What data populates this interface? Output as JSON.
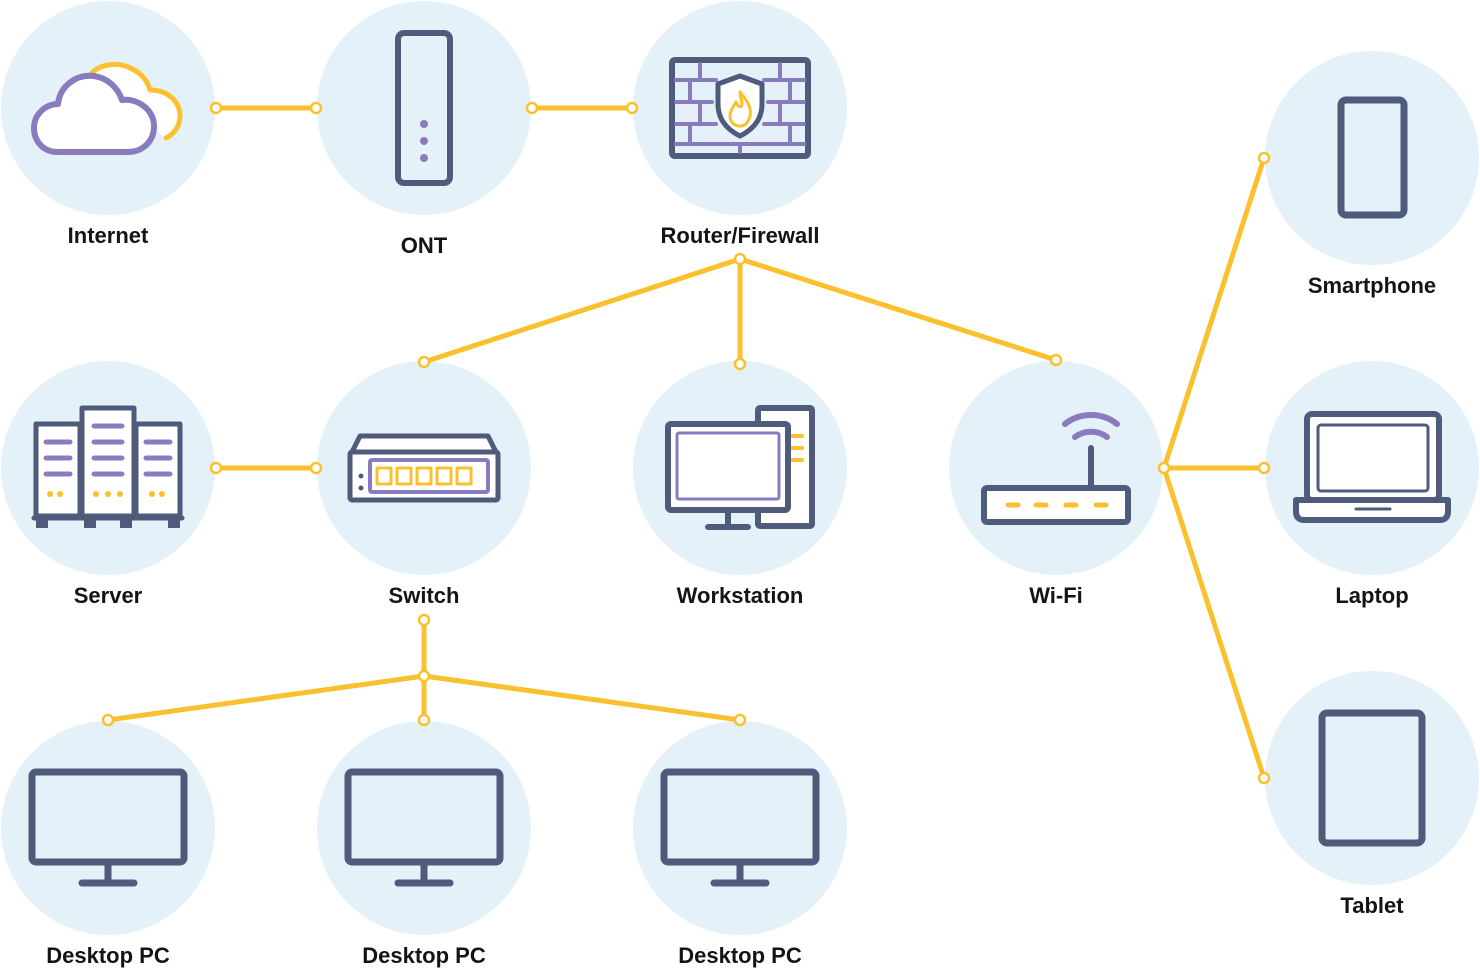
{
  "colors": {
    "node_fill": "#e4f1f8",
    "link": "#fbc02d",
    "icon_stroke": "#4f5b7b",
    "accent_purple": "#8a7bbf",
    "accent_yellow": "#fbc02d",
    "label": "#141414"
  },
  "nodes": {
    "internet": {
      "label": "Internet",
      "icon": "cloud-icon"
    },
    "ont": {
      "label": "ONT",
      "icon": "ont-device-icon"
    },
    "router": {
      "label": "Router/Firewall",
      "icon": "firewall-icon"
    },
    "smartphone": {
      "label": "Smartphone",
      "icon": "smartphone-icon"
    },
    "server": {
      "label": "Server",
      "icon": "server-rack-icon"
    },
    "switch": {
      "label": "Switch",
      "icon": "network-switch-icon"
    },
    "workstation": {
      "label": "Workstation",
      "icon": "workstation-icon"
    },
    "wifi": {
      "label": "Wi-Fi",
      "icon": "wifi-router-icon"
    },
    "laptop": {
      "label": "Laptop",
      "icon": "laptop-icon"
    },
    "tablet": {
      "label": "Tablet",
      "icon": "tablet-icon"
    },
    "desktop1": {
      "label": "Desktop PC",
      "icon": "desktop-monitor-icon"
    },
    "desktop2": {
      "label": "Desktop PC",
      "icon": "desktop-monitor-icon"
    },
    "desktop3": {
      "label": "Desktop PC",
      "icon": "desktop-monitor-icon"
    }
  },
  "links": [
    [
      "internet",
      "ont"
    ],
    [
      "ont",
      "router"
    ],
    [
      "router",
      "switch"
    ],
    [
      "router",
      "workstation"
    ],
    [
      "router",
      "wifi"
    ],
    [
      "server",
      "switch"
    ],
    [
      "wifi",
      "smartphone"
    ],
    [
      "wifi",
      "laptop"
    ],
    [
      "wifi",
      "tablet"
    ],
    [
      "switch",
      "desktop1"
    ],
    [
      "switch",
      "desktop2"
    ],
    [
      "switch",
      "desktop3"
    ]
  ]
}
